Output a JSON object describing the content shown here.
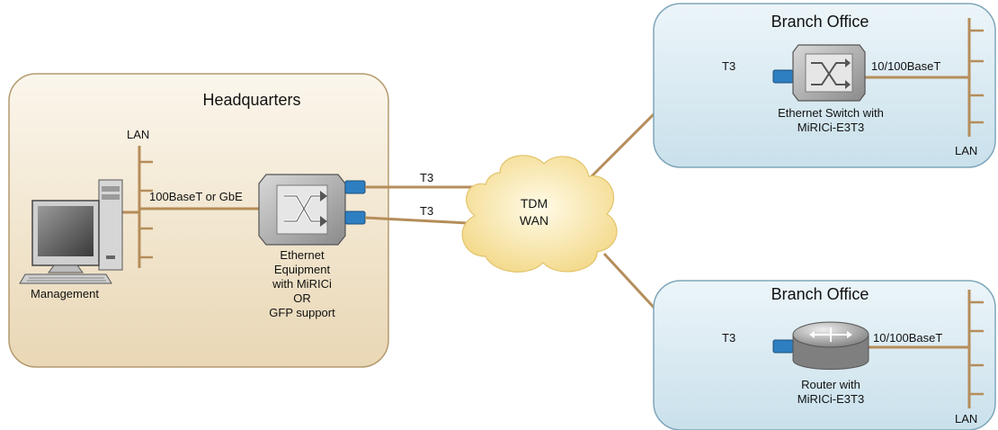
{
  "headquarters": {
    "title": "Headquarters",
    "lan_label": "LAN",
    "pc_label": "Management",
    "link_label": "100BaseT or GbE",
    "equipment_label": [
      "Ethernet",
      "Equipment",
      "with MiRICi",
      "OR",
      "GFP support"
    ]
  },
  "wan": {
    "label_line1": "TDM",
    "label_line2": "WAN",
    "uplink_top": "T3",
    "uplink_bottom": "T3"
  },
  "branch_top": {
    "title": "Branch Office",
    "t3_label": "T3",
    "lan_link_label": "10/100BaseT",
    "device_label": [
      "Ethernet Switch with",
      "MiRICi-E3T3"
    ],
    "lan_label": "LAN"
  },
  "branch_bottom": {
    "title": "Branch Office",
    "t3_label": "T3",
    "lan_link_label": "10/100BaseT",
    "device_label": [
      "Router with",
      "MiRICi-E3T3"
    ],
    "lan_label": "LAN"
  },
  "colors": {
    "hq_fill": "#f4ead7",
    "hq_stroke": "#b39a6e",
    "branch_fill": "#dcebf2",
    "branch_stroke": "#7fa6ba",
    "link": "#b58d5a",
    "lan_bus": "#b58d5a",
    "cloud": "#f6e3a0",
    "sfp_blue": "#2e7fc1"
  }
}
